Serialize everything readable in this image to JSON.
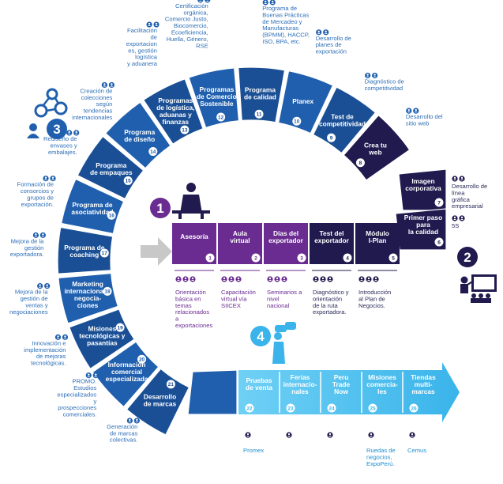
{
  "colors": {
    "ring_blue": "#1f5fae",
    "ring_blue_dark": "#1a4f95",
    "navy": "#201a4e",
    "purple": "#6a2c91",
    "cyan": "#3ab4ea",
    "text_blue": "#2e6fb7",
    "arrow_grey": "#c8c8c8"
  },
  "section_numbers": [
    "1",
    "2",
    "3",
    "4"
  ],
  "outer_ring": [
    {
      "n": "8",
      "lines": [
        "Crea tu",
        "web"
      ],
      "desc": [
        "Desarrollo del",
        "sitio web"
      ]
    },
    {
      "n": "9",
      "lines": [
        "Test de",
        "competitividad"
      ],
      "desc": [
        "Diagnóstico de",
        "competitividad"
      ]
    },
    {
      "n": "10",
      "lines": [
        "Planex"
      ],
      "desc": [
        "Desarrollo de",
        "planes de",
        "exportación"
      ]
    },
    {
      "n": "11",
      "lines": [
        "Programa",
        "de calidad"
      ],
      "desc": [
        "Programa de",
        "Buenas Prácticas",
        "de Mercadeo y",
        "Manufacturas",
        "(BPMM), HACCP,",
        "ISO, BPA, etc."
      ]
    },
    {
      "n": "12",
      "lines": [
        "Programas",
        "de Comercio",
        "Sostenible"
      ],
      "desc": [
        "Certificación",
        "orgánica,",
        "Comercio Justo,",
        "Biocomercio,",
        "Ecoeficiencia,",
        "Huella, Género,",
        "RSE"
      ]
    },
    {
      "n": "13",
      "lines": [
        "Programas",
        "de logística,",
        "aduanas y",
        "finanzas"
      ],
      "desc": [
        "Facilitación",
        "de",
        "exportacion",
        "es, gestión",
        "logística",
        "y aduanera"
      ]
    },
    {
      "n": "14",
      "lines": [
        "Programa",
        "de diseño"
      ],
      "desc": [
        "Creación de",
        "colecciones",
        "según",
        "tendencias",
        "internacionales"
      ]
    },
    {
      "n": "15",
      "lines": [
        "Programa",
        "de empaques"
      ],
      "desc": [
        "Rediseño de",
        "envases y",
        "embalajes."
      ]
    },
    {
      "n": "16",
      "lines": [
        "Programa de",
        "asociatividad"
      ],
      "desc": [
        "Formación de",
        "consorcios y",
        "grupos de",
        "exportación."
      ]
    },
    {
      "n": "17",
      "lines": [
        "Programa de",
        "coaching"
      ],
      "desc": [
        "Mejora de la",
        "gestión",
        "exportadora."
      ]
    },
    {
      "n": "18",
      "lines": [
        "Marketing",
        "internacional y",
        "negocia-",
        "ciones"
      ],
      "desc": [
        "Mejora de la",
        "gestión de",
        "ventas y",
        "negociaciones"
      ]
    },
    {
      "n": "19",
      "lines": [
        "Misiones",
        "tecnológicas y",
        "pasantías"
      ],
      "desc": [
        "Innovación e",
        "implementación",
        "de mejoras",
        "tecnológicas."
      ]
    },
    {
      "n": "20",
      "lines": [
        "Información",
        "comercial",
        "especializada"
      ],
      "desc": [
        "PROMO.",
        "Estudios",
        "especializados",
        "y",
        "prospecciones",
        "comerciales."
      ]
    },
    {
      "n": "21",
      "lines": [
        "Desarrollo",
        "de marcas"
      ],
      "desc": [
        "Generación",
        "de marcas",
        "colectivas."
      ]
    }
  ],
  "inner_right": [
    {
      "n": "7",
      "lines": [
        "Imagen",
        "corporativa"
      ],
      "desc": [
        "Desarrollo de",
        "línea",
        "gráfica",
        "empresarial"
      ]
    },
    {
      "n": "6",
      "lines": [
        "Primer paso",
        "para",
        "la calidad"
      ],
      "desc": [
        "5S"
      ]
    }
  ],
  "row_steps": [
    {
      "n": "1",
      "lines": [
        "Asesoría"
      ],
      "desc": [
        "Orientación",
        "básica en",
        "temas",
        "relacionados",
        "a",
        "exportaciones"
      ]
    },
    {
      "n": "2",
      "lines": [
        "Aula",
        "virtual"
      ],
      "desc": [
        "Capacitación",
        "virtual vía",
        "SIICEX"
      ]
    },
    {
      "n": "3",
      "lines": [
        "Días del",
        "exportador"
      ],
      "desc": [
        "Seminarios a",
        "nivel",
        "nacional"
      ]
    },
    {
      "n": "4",
      "lines": [
        "Test del",
        "exportador"
      ],
      "desc": [
        "Diagnóstico y",
        "orientación",
        "de la ruta",
        "exportadora."
      ]
    },
    {
      "n": "5",
      "lines": [
        "Módulo",
        "I-Plan"
      ],
      "desc": [
        "Introducción",
        "al Plan de",
        "Negocios."
      ]
    }
  ],
  "arrow_steps": [
    {
      "n": "22",
      "lines": [
        "Pruebas",
        "de venta"
      ],
      "desc": [
        "Promex"
      ]
    },
    {
      "n": "23",
      "lines": [
        "Ferias",
        "internacio-",
        "nales"
      ],
      "desc": []
    },
    {
      "n": "24",
      "lines": [
        "Peru",
        "Trade",
        "Now"
      ],
      "desc": []
    },
    {
      "n": "25",
      "lines": [
        "Misiones",
        "comercia-",
        "les"
      ],
      "desc": [
        "Ruedas de",
        "negocios,",
        "ExpoPerú."
      ]
    },
    {
      "n": "26",
      "lines": [
        "Tiendas",
        "multi-",
        "marcas"
      ],
      "desc": [
        "Cemus"
      ]
    }
  ]
}
